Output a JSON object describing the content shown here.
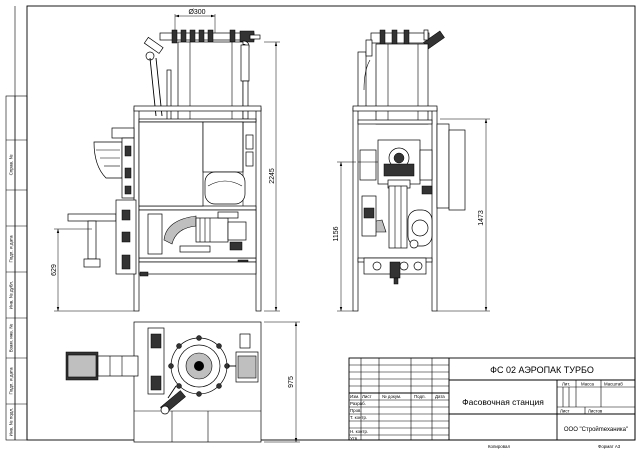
{
  "dimensions": {
    "top_diameter": "Ø300",
    "height_front": "2245",
    "height_mid": "629",
    "height_side_left": "1156",
    "height_side_right": "1473",
    "plan_depth": "975"
  },
  "side_stamp": {
    "cells": [
      "Инв. № подл.",
      "Подп. и дата",
      "Взам. инв. №",
      "Инв. № дубл.",
      "Подп. и дата",
      "Справ. №",
      ""
    ]
  },
  "title_block": {
    "designation": "ФС 02 АЭРОПАК ТУРБО",
    "name": "Фасовочная станция",
    "company": "ООО \"Стройmеханика\"",
    "revision_headers": [
      "Изм.",
      "Лист",
      "№ докум.",
      "Подп.",
      "Дата"
    ],
    "role_labels": [
      "Разраб.",
      "Пров.",
      "Т. контр.",
      "",
      "Н. контр.",
      "Утв."
    ],
    "stage_headers": [
      "Лит.",
      "Масса",
      "Масштаб"
    ],
    "sheet_label": "Лист",
    "sheets_label": "Листов",
    "copied_label": "Копировал",
    "format_label": "Формат А3"
  }
}
